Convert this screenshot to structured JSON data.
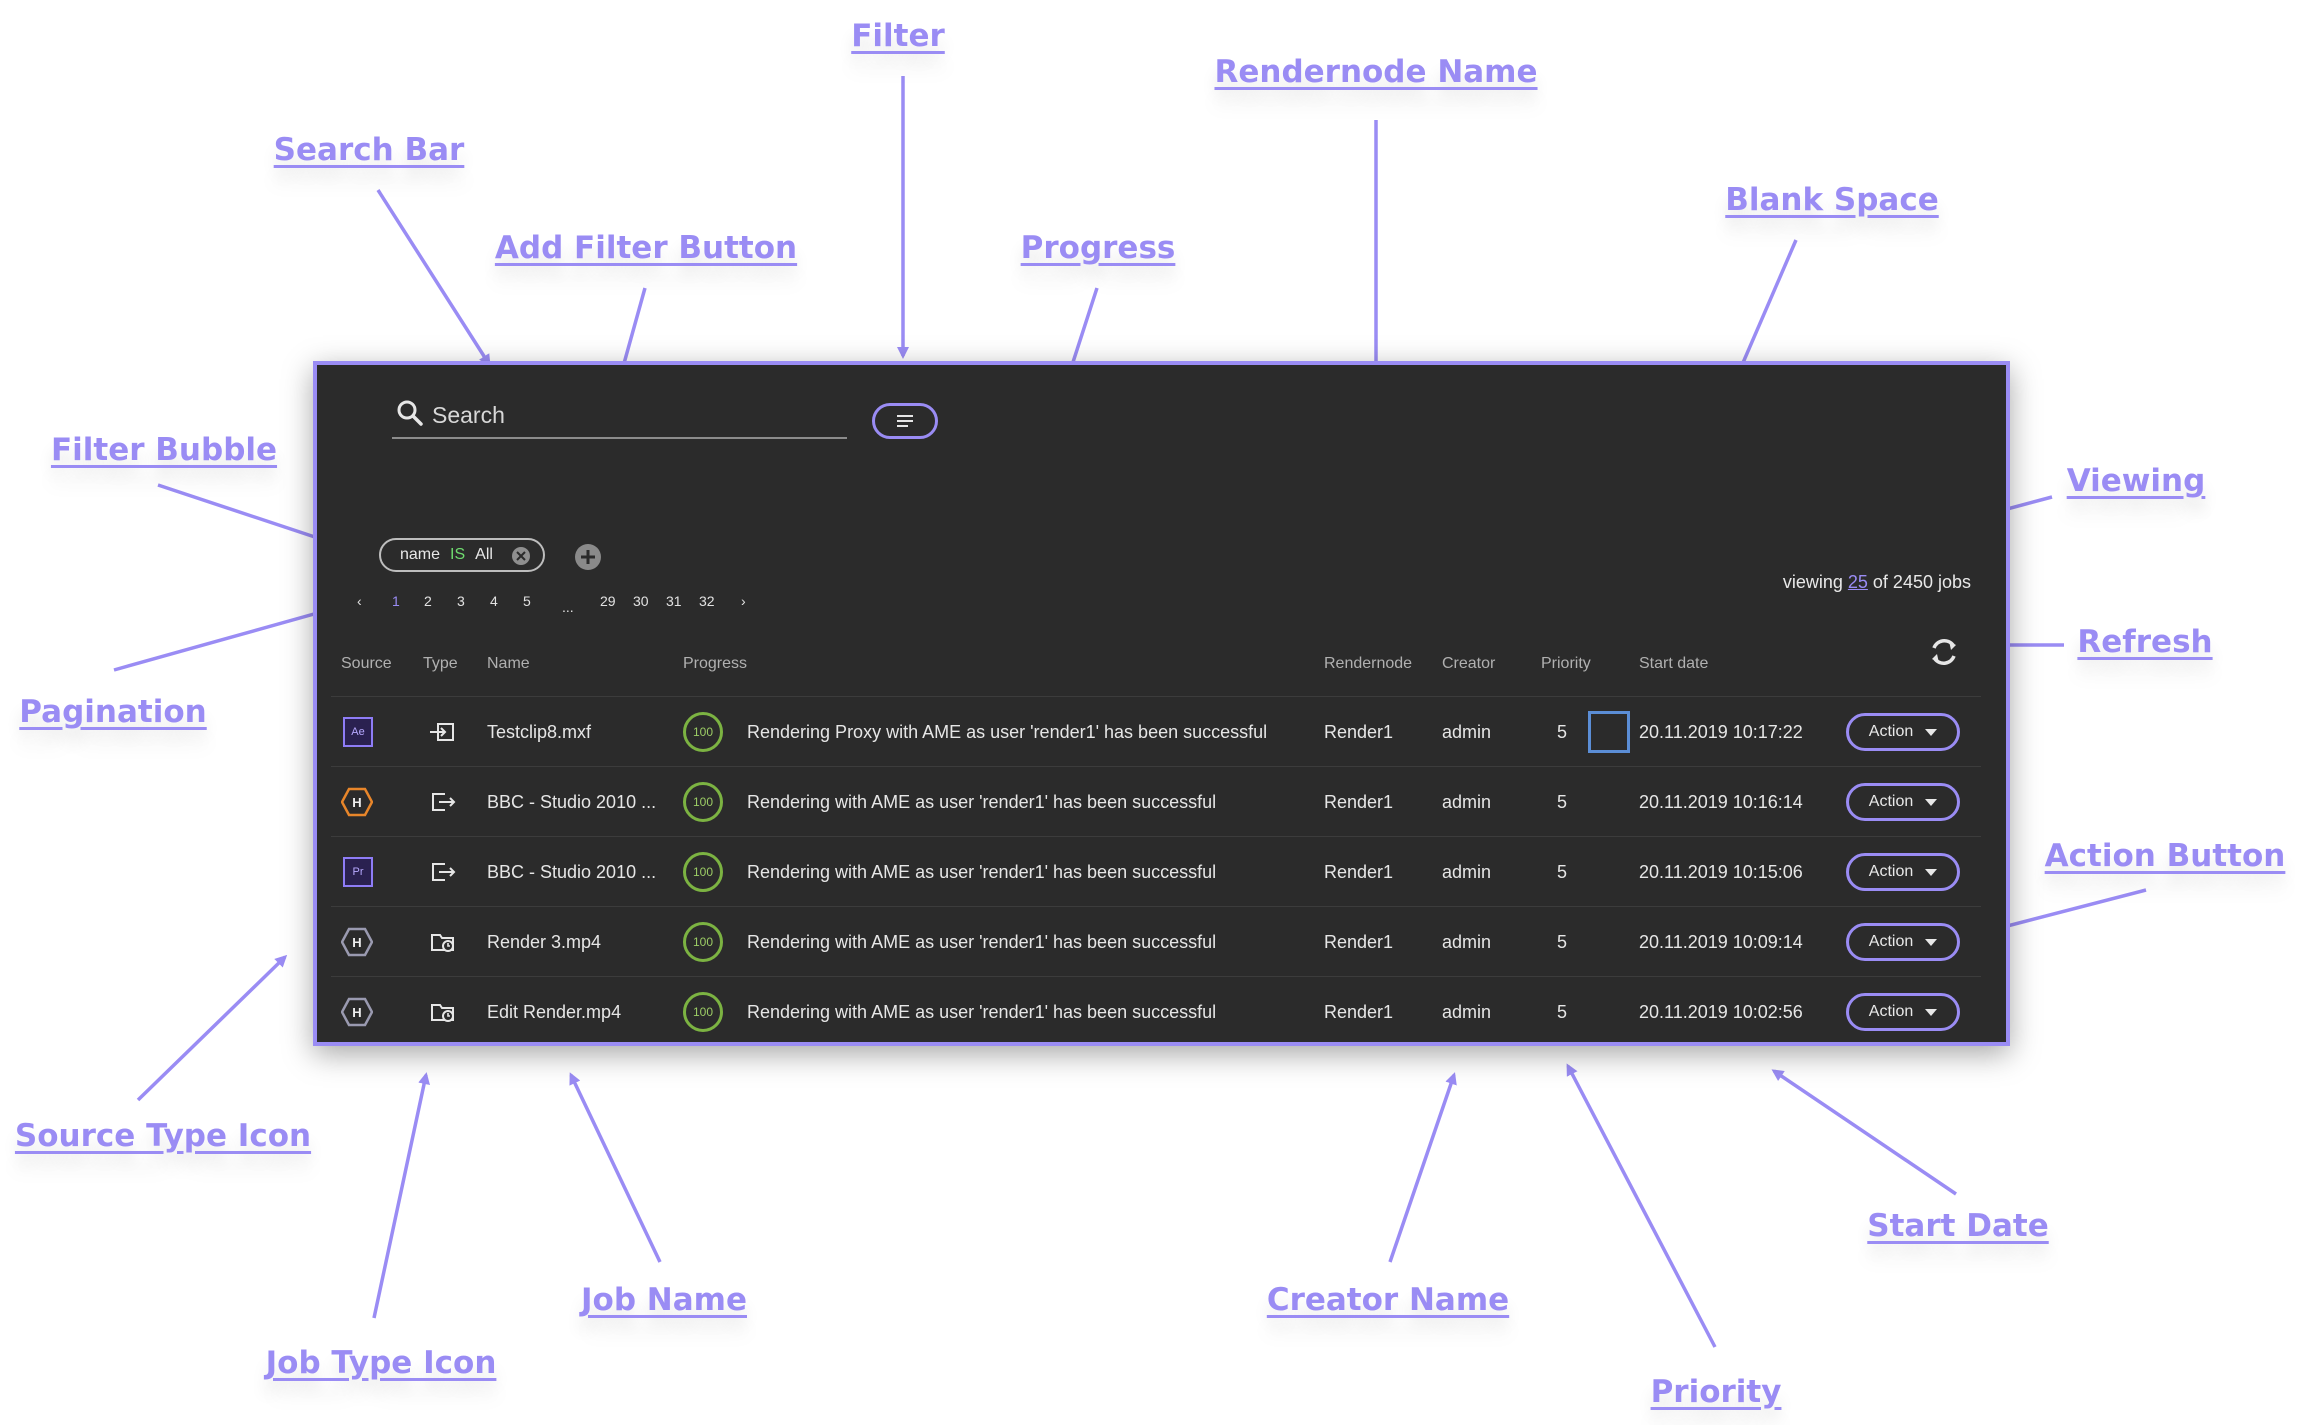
{
  "callouts": {
    "filter": "Filter",
    "rendernode_name": "Rendernode Name",
    "search_bar": "Search Bar",
    "add_filter_button": "Add Filter Button",
    "progress": "Progress",
    "blank_space": "Blank Space",
    "filter_bubble": "Filter Bubble",
    "viewing": "Viewing",
    "refresh": "Refresh",
    "pagination": "Pagination",
    "action_button": "Action Button",
    "source_type_icon": "Source Type Icon",
    "job_name": "Job Name",
    "creator_name": "Creator Name",
    "start_date": "Start Date",
    "job_type_icon": "Job Type Icon",
    "priority": "Priority"
  },
  "accent_color": "#9a8cf4",
  "search": {
    "placeholder": "Search"
  },
  "filter_bubble": {
    "key": "name",
    "operator": "IS",
    "value": "All"
  },
  "pagination": {
    "prev": "‹",
    "pages": [
      "1",
      "2",
      "3",
      "4",
      "5"
    ],
    "ellipsis": "...",
    "tail_pages": [
      "29",
      "30",
      "31",
      "32"
    ],
    "next": "›",
    "active": "1"
  },
  "viewing": {
    "prefix": "viewing",
    "count": "25",
    "suffix": "of 2450 jobs"
  },
  "columns": {
    "source": "Source",
    "type": "Type",
    "name": "Name",
    "progress": "Progress",
    "rendernode": "Rendernode",
    "creator": "Creator",
    "priority": "Priority",
    "start_date": "Start date"
  },
  "jobs": [
    {
      "source_icon": "after-effects-icon",
      "source_label": "Ae",
      "type_icon": "import-icon",
      "name": "Testclip8.mxf",
      "progress": "100",
      "message": "Rendering Proxy with AME as user 'render1' has been successful",
      "rendernode": "Render1",
      "creator": "admin",
      "priority": "5",
      "start_date": "20.11.2019 10:17:22",
      "action": "Action"
    },
    {
      "source_icon": "hexagon-h-orange-icon",
      "source_label": "H",
      "type_icon": "export-icon",
      "name": "BBC - Studio 2010 ...",
      "progress": "100",
      "message": "Rendering with AME as user 'render1' has been successful",
      "rendernode": "Render1",
      "creator": "admin",
      "priority": "5",
      "start_date": "20.11.2019 10:16:14",
      "action": "Action"
    },
    {
      "source_icon": "premiere-icon",
      "source_label": "Pr",
      "type_icon": "export-icon",
      "name": "BBC - Studio 2010 ...",
      "progress": "100",
      "message": "Rendering with AME as user 'render1' has been successful",
      "rendernode": "Render1",
      "creator": "admin",
      "priority": "5",
      "start_date": "20.11.2019 10:15:06",
      "action": "Action"
    },
    {
      "source_icon": "hexagon-h-gray-icon",
      "source_label": "H",
      "type_icon": "scheduled-folder-icon",
      "name": "Render 3.mp4",
      "progress": "100",
      "message": "Rendering with AME as user 'render1' has been successful",
      "rendernode": "Render1",
      "creator": "admin",
      "priority": "5",
      "start_date": "20.11.2019 10:09:14",
      "action": "Action"
    },
    {
      "source_icon": "hexagon-h-gray-icon",
      "source_label": "H",
      "type_icon": "scheduled-folder-icon",
      "name": "Edit Render.mp4",
      "progress": "100",
      "message": "Rendering with AME as user 'render1' has been successful",
      "rendernode": "Render1",
      "creator": "admin",
      "priority": "5",
      "start_date": "20.11.2019 10:02:56",
      "action": "Action"
    }
  ]
}
